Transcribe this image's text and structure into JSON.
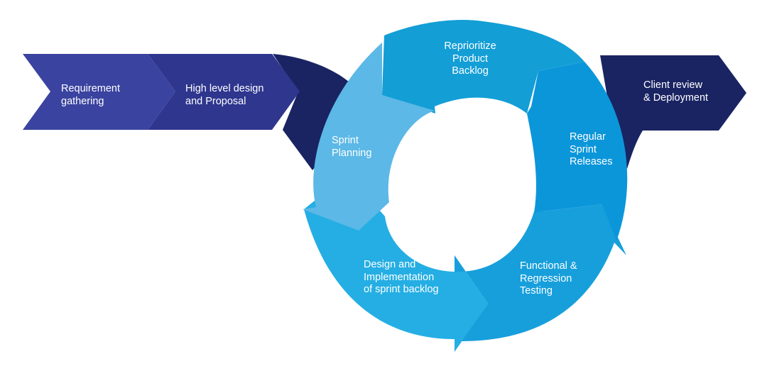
{
  "colors": {
    "step1": "#3b43a0",
    "step2": "#2f368e",
    "navy": "#1a2462",
    "reprioritize": "#139ed6",
    "releases": "#0c96da",
    "testing": "#179fdc",
    "design": "#24aee4",
    "planning": "#5cb8e6",
    "text": "#ffffff"
  },
  "labels": {
    "requirement": [
      "Requirement",
      "gathering"
    ],
    "high_level": [
      "High level design",
      "and Proposal"
    ],
    "reprioritize": [
      "Reprioritize",
      "Product",
      "Backlog"
    ],
    "releases": [
      "Regular",
      "Sprint",
      "Releases"
    ],
    "testing": [
      "Functional &",
      "Regression",
      "Testing"
    ],
    "design": [
      "Design and",
      "Implementation",
      "of sprint backlog"
    ],
    "planning": [
      "Sprint",
      "Planning"
    ],
    "client": [
      "Client review",
      "& Deployment"
    ]
  }
}
